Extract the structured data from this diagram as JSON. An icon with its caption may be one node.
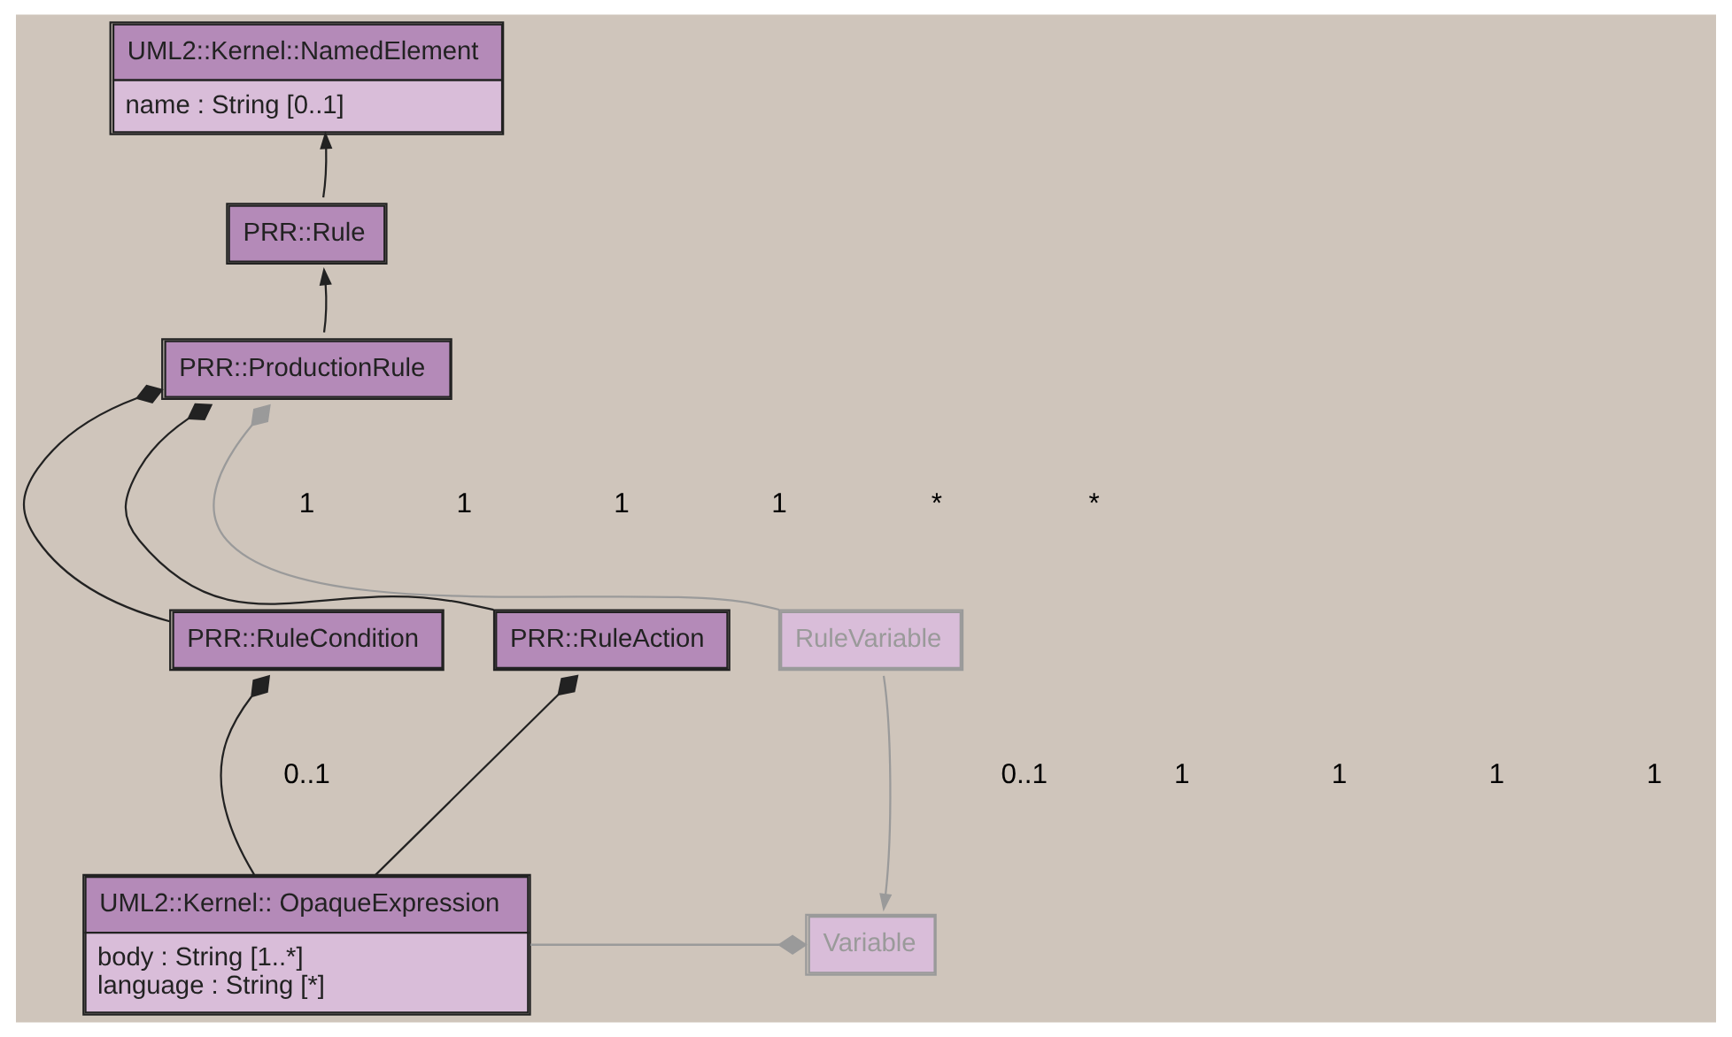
{
  "diagram": {
    "nodes": [
      {
        "text": [
          "UML2::Kernel::NamedElement",
          "name : String [0..1]"
        ]
      },
      {
        "text": [
          "PRR::Rule"
        ]
      },
      {
        "text": [
          "PRR::ProductionRule"
        ]
      },
      {
        "text": [
          "PRR::RuleCondition"
        ]
      },
      {
        "text": [
          "PRR::RuleAction"
        ]
      },
      {
        "text": [
          "RuleVariable"
        ]
      },
      {
        "text": [
          "UML2::Kernel:: OpaqueExpression",
          "body : String [1..*]",
          "language : String [*]"
        ]
      },
      {
        "text": [
          "Variable"
        ]
      }
    ],
    "edges": [
      {
        "from": 1,
        "to": 0,
        "arrow": "to"
      },
      {
        "from": 2,
        "to": 1,
        "arrow": "to"
      },
      {
        "from": 2,
        "to": 3,
        "arrow": "other"
      },
      {
        "from": 2,
        "to": 4,
        "arrow": "other"
      },
      {
        "from": 2,
        "to": 5,
        "arrow": "other",
        "color": "#9a9a9a"
      },
      {
        "from": 3,
        "to": 6,
        "arrow": "other"
      },
      {
        "from": 4,
        "to": 6,
        "arrow": "other"
      },
      {
        "from": 5,
        "to": 7,
        "arrow": "to",
        "color": "#9a9a9a"
      },
      {
        "from": 7,
        "to": 6,
        "arrow": "other",
        "color": "#9a9a9a"
      }
    ],
    "labels": [
      "1",
      "1",
      "1",
      "1",
      "*",
      "*",
      "0..1",
      "0..1",
      "1",
      "1",
      "1",
      "1"
    ]
  }
}
